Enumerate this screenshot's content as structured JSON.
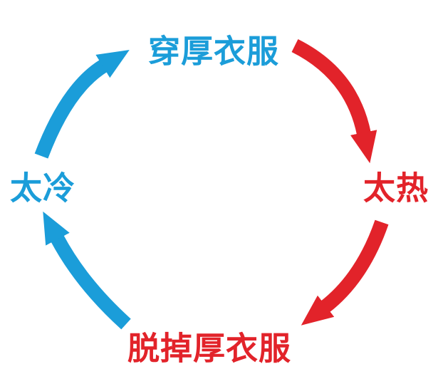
{
  "colors": {
    "hot_red": "#e2232a",
    "cold_blue": "#1b9dd9",
    "background": "#ffffff"
  },
  "cycle": {
    "nodes": [
      {
        "position": "top",
        "label": "穿厚衣服",
        "color": "#1b9dd9"
      },
      {
        "position": "right",
        "label": "太热",
        "color": "#e2232a"
      },
      {
        "position": "bottom",
        "label": "脱掉厚衣服",
        "color": "#e2232a"
      },
      {
        "position": "left",
        "label": "太冷",
        "color": "#1b9dd9"
      }
    ],
    "arrows": [
      {
        "from": "穿厚衣服",
        "to": "太热",
        "color": "#e2232a"
      },
      {
        "from": "太热",
        "to": "脱掉厚衣服",
        "color": "#e2232a"
      },
      {
        "from": "脱掉厚衣服",
        "to": "太冷",
        "color": "#1b9dd9"
      },
      {
        "from": "太冷",
        "to": "穿厚衣服",
        "color": "#1b9dd9"
      }
    ]
  }
}
